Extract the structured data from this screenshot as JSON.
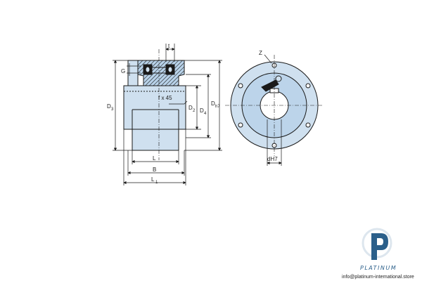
{
  "dimensions": {
    "t": "t",
    "G": "G",
    "D3": "D",
    "D3_sub": "3",
    "f_x_45": "f x 45",
    "D2": "D",
    "D2_sub": "2",
    "D4": "D",
    "D4_sub": "4",
    "DH7": "D",
    "DH7_sub": "h7",
    "L": "L",
    "B": "B",
    "L1": "L",
    "L1_sub": "1",
    "Z": "Z",
    "dH7": "dH7"
  },
  "watermark": {
    "brand": "PLATINUM",
    "email": "info@platinum-international.store"
  },
  "colors": {
    "body_fill": "#cfe0ef",
    "part_fill": "#b9d3ea",
    "line": "#1a1a1a",
    "brand_blue": "#2b5f8a"
  }
}
